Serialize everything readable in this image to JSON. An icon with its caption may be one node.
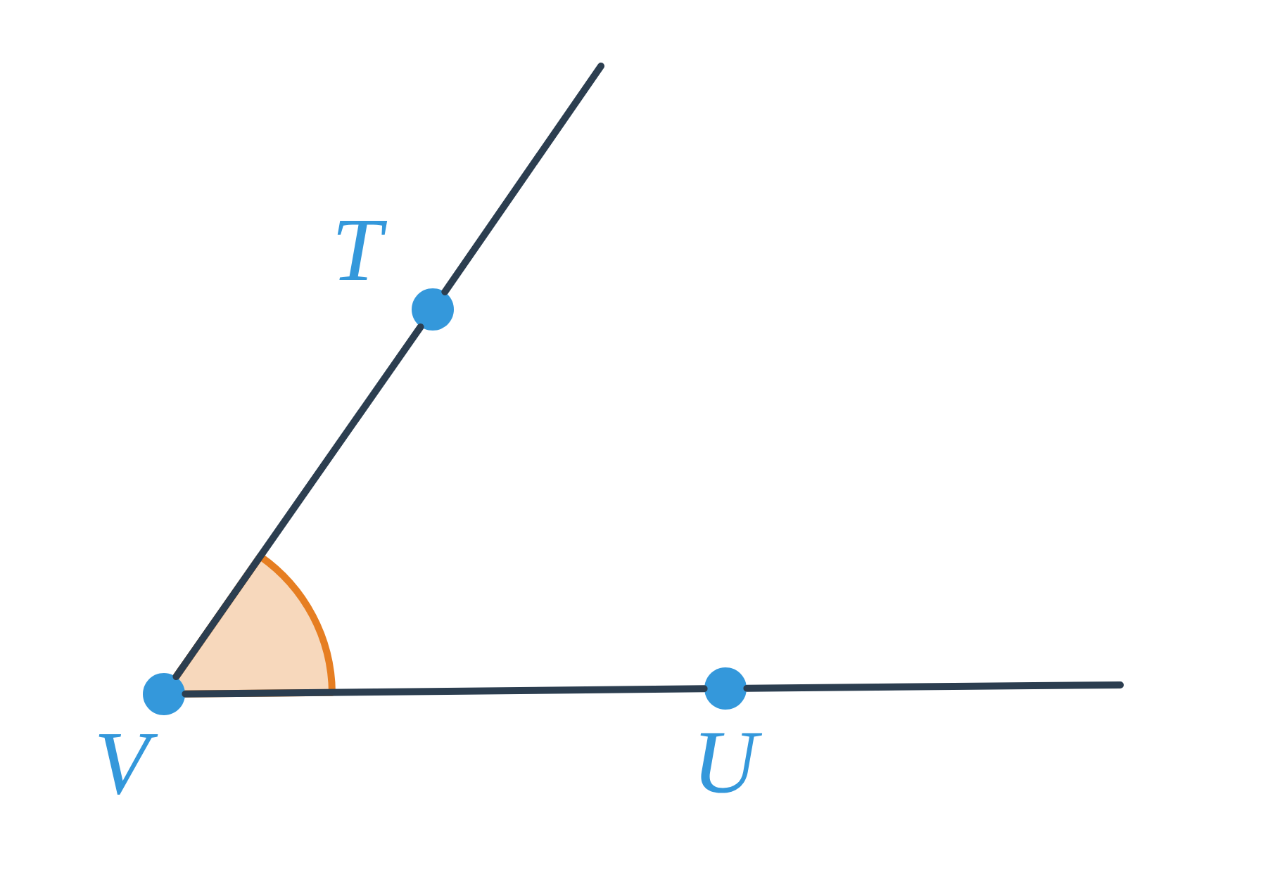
{
  "diagram": {
    "nodes": [
      {
        "text": [],
        "shape": "circle",
        "beside": [
          "T"
        ]
      },
      {
        "text": [],
        "shape": "circle",
        "beside": [
          "U"
        ]
      },
      {
        "text": [],
        "shape": "circle",
        "beside": [
          "V"
        ]
      }
    ],
    "edges": [
      {
        "from": 2,
        "to": 0,
        "arrow": "none"
      },
      {
        "from": 0,
        "to": null,
        "arrow": "none"
      },
      {
        "from": 2,
        "to": 1,
        "arrow": "none"
      },
      {
        "from": 1,
        "to": null,
        "arrow": "none"
      }
    ]
  }
}
